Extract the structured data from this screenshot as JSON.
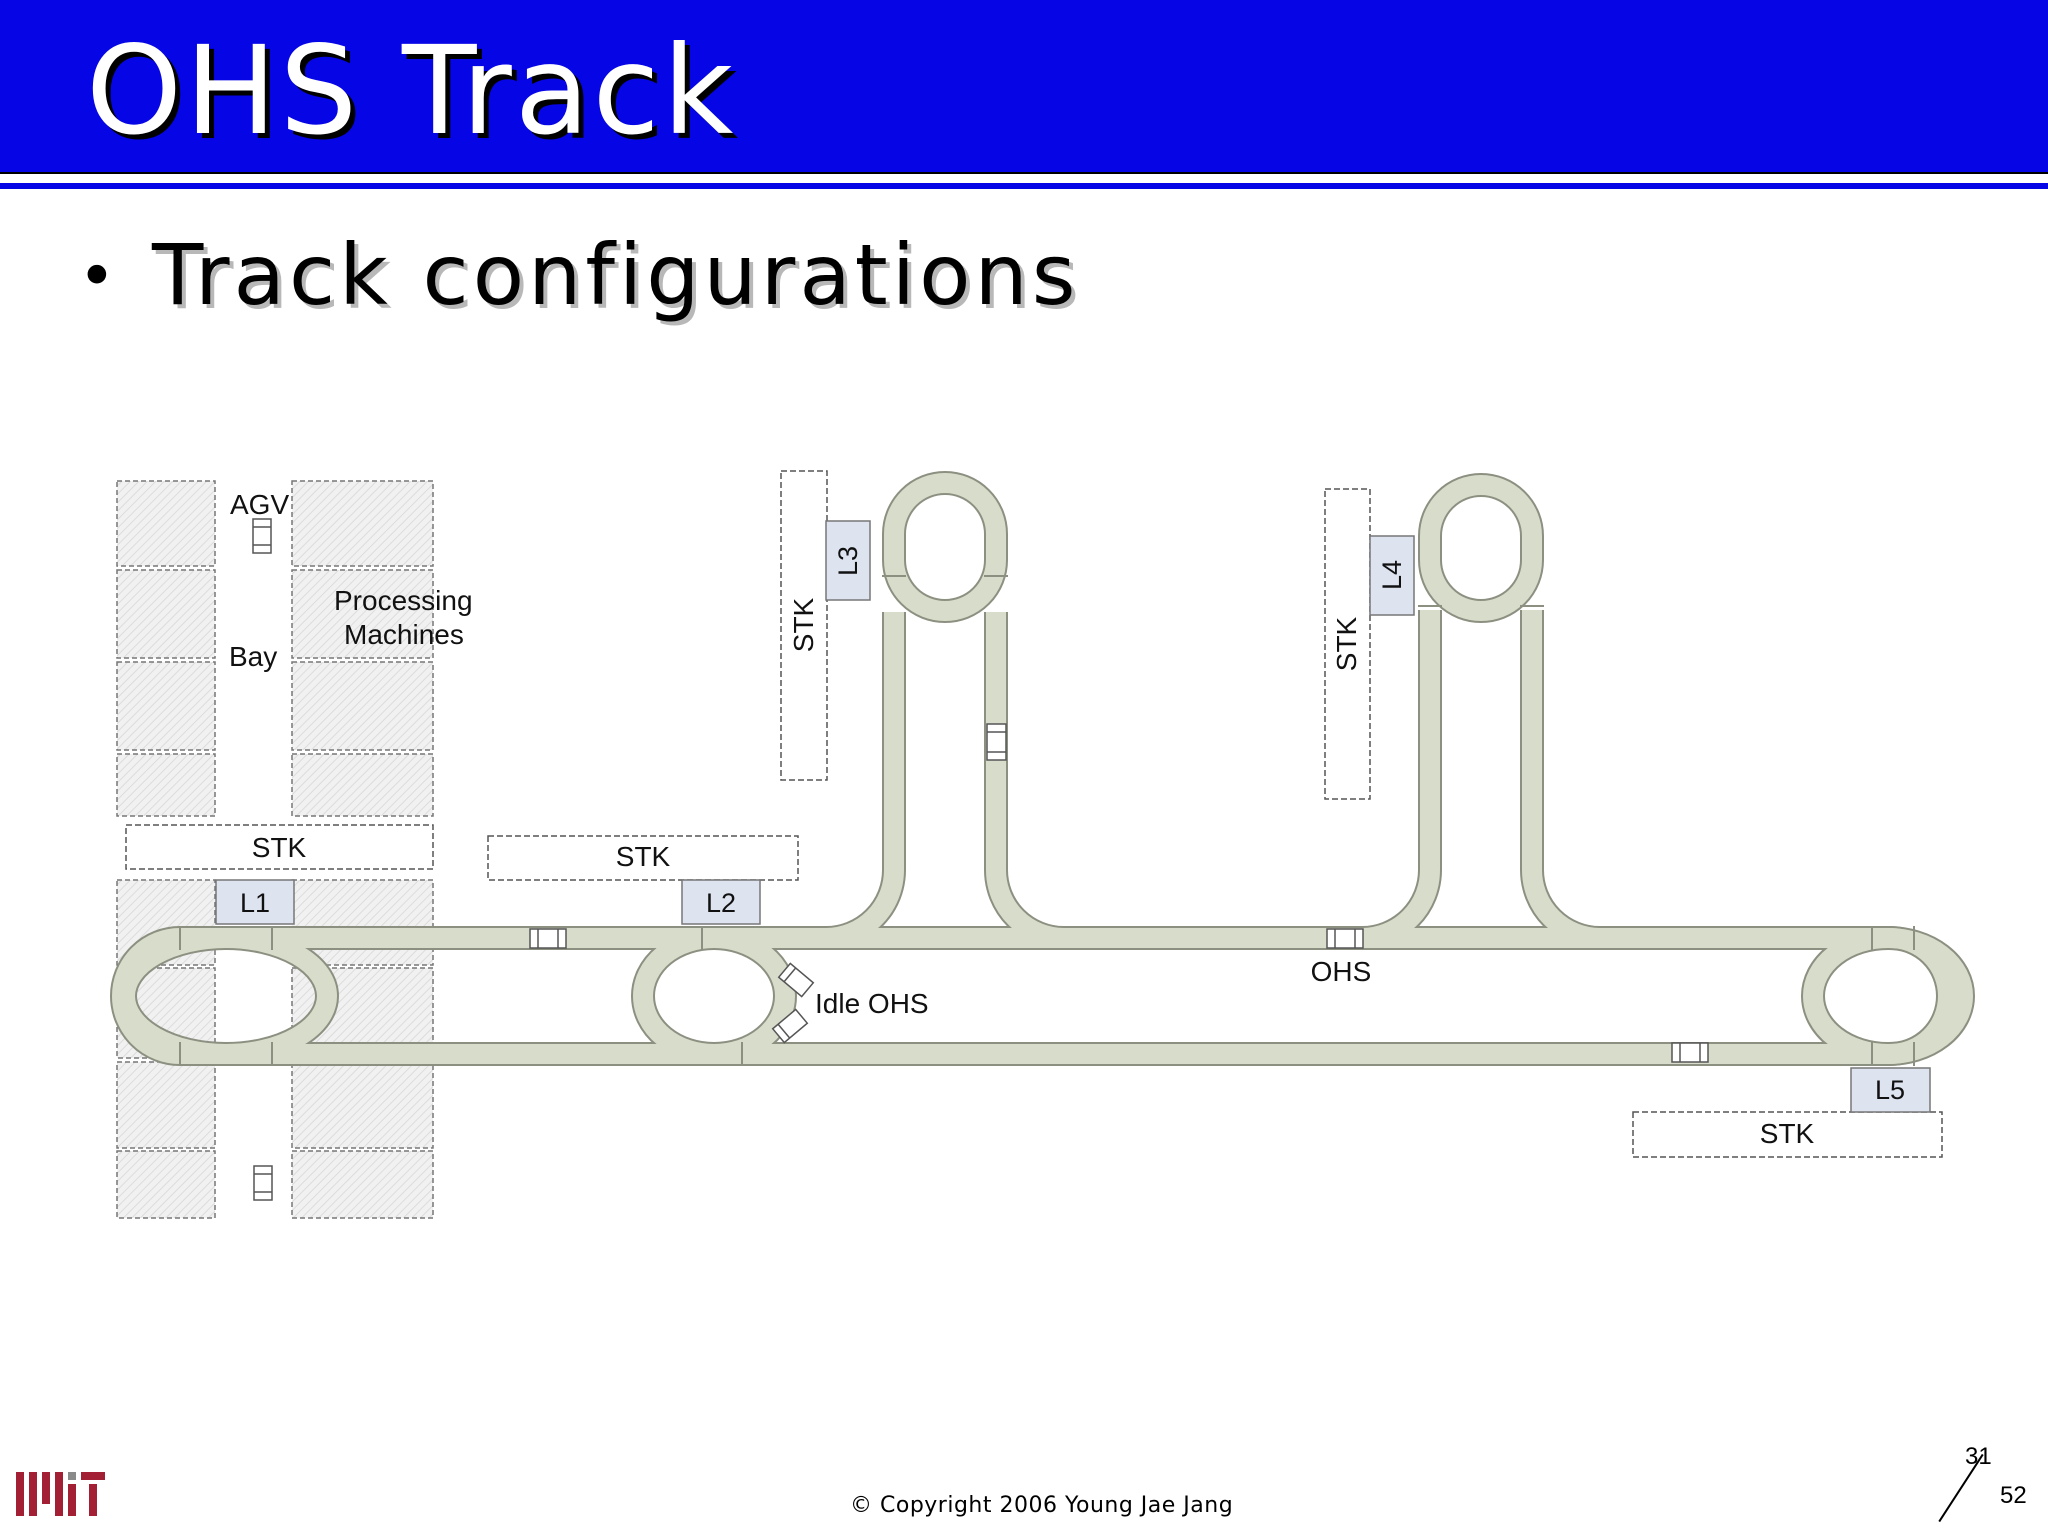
{
  "slide": {
    "title": "OHS Track",
    "bullet": "Track configurations",
    "copyright": "© Copyright 2006 Young Jae Jang",
    "page_current": "31",
    "page_total": "52",
    "logo": "MIT"
  },
  "diagram": {
    "bay_labels": {
      "agv": "AGV",
      "bay": "Bay",
      "processing_line1": "Processing",
      "processing_line2": "Machines"
    },
    "stockers": [
      "STK",
      "STK",
      "STK",
      "STK",
      "STK"
    ],
    "loops": [
      "L1",
      "L2",
      "L3",
      "L4",
      "L5"
    ],
    "vehicle_labels": {
      "ohs": "OHS",
      "idle_ohs": "Idle OHS"
    }
  },
  "colors": {
    "title_bar": "#0505e6",
    "track_fill": "#d8dccb",
    "track_edge": "#8c9080",
    "loop_box": "#dde4f0",
    "bay_hatch": "#ececec",
    "logo_red": "#a31f34"
  }
}
